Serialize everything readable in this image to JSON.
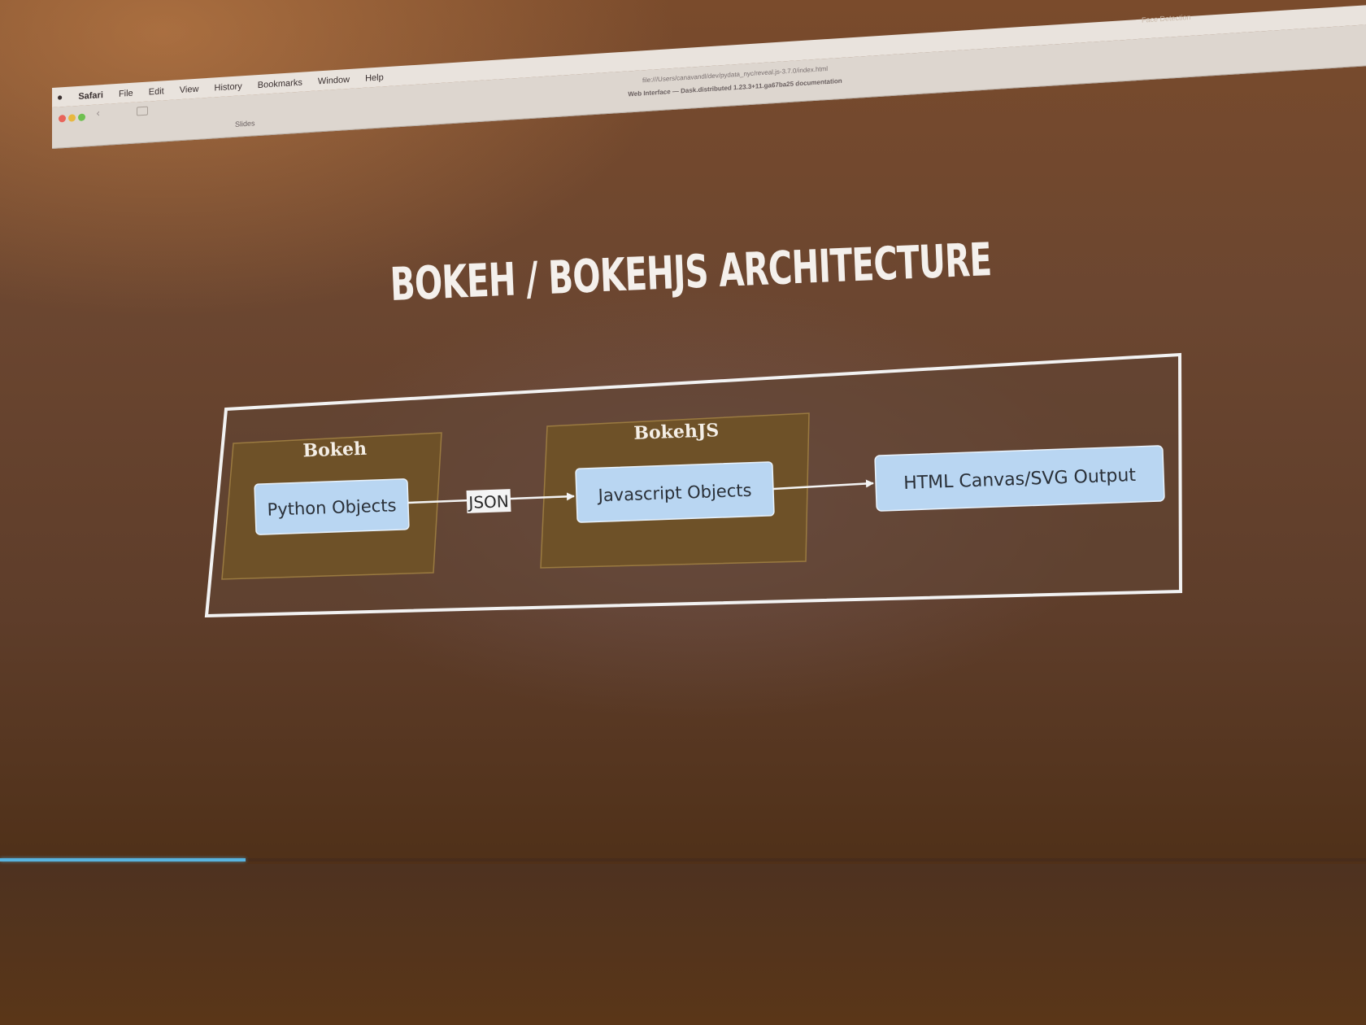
{
  "menubar": {
    "app": "Safari",
    "items": [
      "File",
      "Edit",
      "View",
      "History",
      "Bookmarks",
      "Window",
      "Help"
    ]
  },
  "browser": {
    "address": "file:///Users/canavandl/dev/pydata_nyc/reveal.js-3.7.0/index.html",
    "page_title": "Web Interface — Dask.distributed 1.23.3+11.ga67ba25 documentation",
    "tab_label": "Slides",
    "face_detection": "Face Detection"
  },
  "slide": {
    "title": "BOKEH / BOKEHJS ARCHITECTURE",
    "progress": 0.18
  },
  "diagram": {
    "groups": [
      {
        "label": "Bokeh"
      },
      {
        "label": "BokehJS"
      }
    ],
    "nodes": [
      {
        "label": "Python Objects"
      },
      {
        "label": "Javascript Objects"
      },
      {
        "label": "HTML Canvas/SVG Output"
      }
    ],
    "edges": [
      {
        "from": "Python Objects",
        "to": "Javascript Objects",
        "label": "JSON"
      },
      {
        "from": "Javascript Objects",
        "to": "HTML Canvas/SVG Output",
        "label": ""
      }
    ]
  },
  "colors": {
    "group_fill": "#6e5128",
    "group_border": "#9a7a40",
    "node_fill": "#b9d6f2",
    "frame": "#f2f2f2"
  }
}
